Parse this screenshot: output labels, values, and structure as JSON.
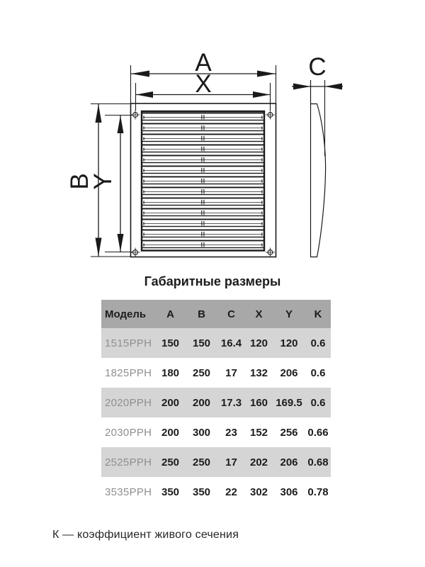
{
  "drawing": {
    "front_view": {
      "dim_outer_width": "A",
      "dim_inner_width": "X",
      "dim_outer_height": "B",
      "dim_inner_height": "Y"
    },
    "side_view": {
      "dim_depth": "C"
    }
  },
  "table": {
    "title": "Габаритные размеры",
    "columns": [
      "Модель",
      "A",
      "B",
      "C",
      "X",
      "Y",
      "K"
    ],
    "rows": [
      [
        "1515РРН",
        "150",
        "150",
        "16.4",
        "120",
        "120",
        "0.6"
      ],
      [
        "1825РРН",
        "180",
        "250",
        "17",
        "132",
        "206",
        "0.6"
      ],
      [
        "2020РРН",
        "200",
        "200",
        "17.3",
        "160",
        "169.5",
        "0.6"
      ],
      [
        "2030РРН",
        "200",
        "300",
        "23",
        "152",
        "256",
        "0.66"
      ],
      [
        "2525РРН",
        "250",
        "250",
        "17",
        "202",
        "206",
        "0.68"
      ],
      [
        "3535РРН",
        "350",
        "350",
        "22",
        "302",
        "306",
        "0.78"
      ]
    ]
  },
  "footnote": "К — коэффициент живого сечения",
  "colors": {
    "drawing_line": "#1a1a1a",
    "table_header_bg": "#a8a8a8",
    "table_row_alt_bg": "#d5d5d5",
    "model_text": "#8f8f8f"
  }
}
